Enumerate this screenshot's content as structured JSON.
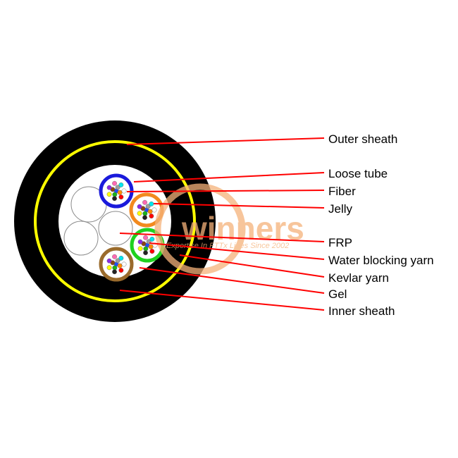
{
  "diagram": {
    "labels": [
      "Outer sheath",
      "Loose tube",
      "Fiber",
      "Jelly",
      "FRP",
      "Water blocking yarn",
      "Kevlar yarn",
      "Gel",
      "Inner sheath"
    ]
  },
  "watermark": {
    "brand": "winners",
    "tagline": "Expertise In FTTx Lines Since 2002"
  },
  "colors": {
    "sheath": "#000000",
    "ring": "#ffff00",
    "leader": "#ff0000",
    "tube_blue": "#1a1adb",
    "tube_orange": "#f28a1e",
    "tube_green": "#1fd11f",
    "tube_brown": "#9a6b2c",
    "watermark": "#f5b27a"
  },
  "fiber_colors": [
    "#1f4fff",
    "#ff8c00",
    "#19b319",
    "#8b4513",
    "#9e9e9e",
    "#ffffff",
    "#ff0000",
    "#222222",
    "#ffff00",
    "#8a2be2",
    "#ff69b4",
    "#00e5ee"
  ]
}
